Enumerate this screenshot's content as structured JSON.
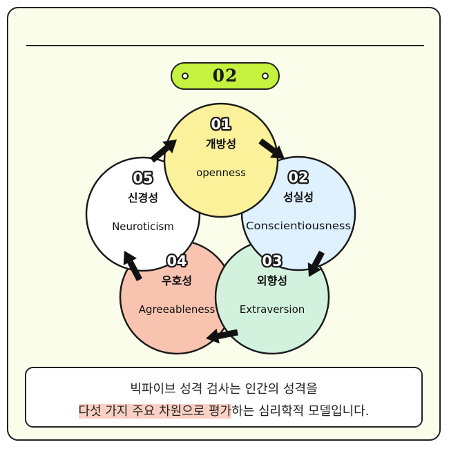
{
  "header": {
    "badge_number": "02"
  },
  "diagram": {
    "nodes": [
      {
        "number": "01",
        "korean": "개방성",
        "english": "openness",
        "color": "#fbf19a"
      },
      {
        "number": "02",
        "korean": "성실성",
        "english": "Conscientiousness",
        "color": "#dff0ff"
      },
      {
        "number": "03",
        "korean": "외향성",
        "english": "Extraversion",
        "color": "#d3f2dd"
      },
      {
        "number": "04",
        "korean": "우호성",
        "english": "Agreeableness",
        "color": "#f8c4b0"
      },
      {
        "number": "05",
        "korean": "신경성",
        "english": "Neuroticism",
        "color": "#ffffff"
      }
    ]
  },
  "caption": {
    "line1": "빅파이브 성격 검사는 인간의 성격을",
    "line2_highlight": "다섯 가지 주요 차원으로 평가",
    "line2_rest": "하는 심리학적 모델입니다.",
    "highlight_color": "#fbd0c4"
  }
}
